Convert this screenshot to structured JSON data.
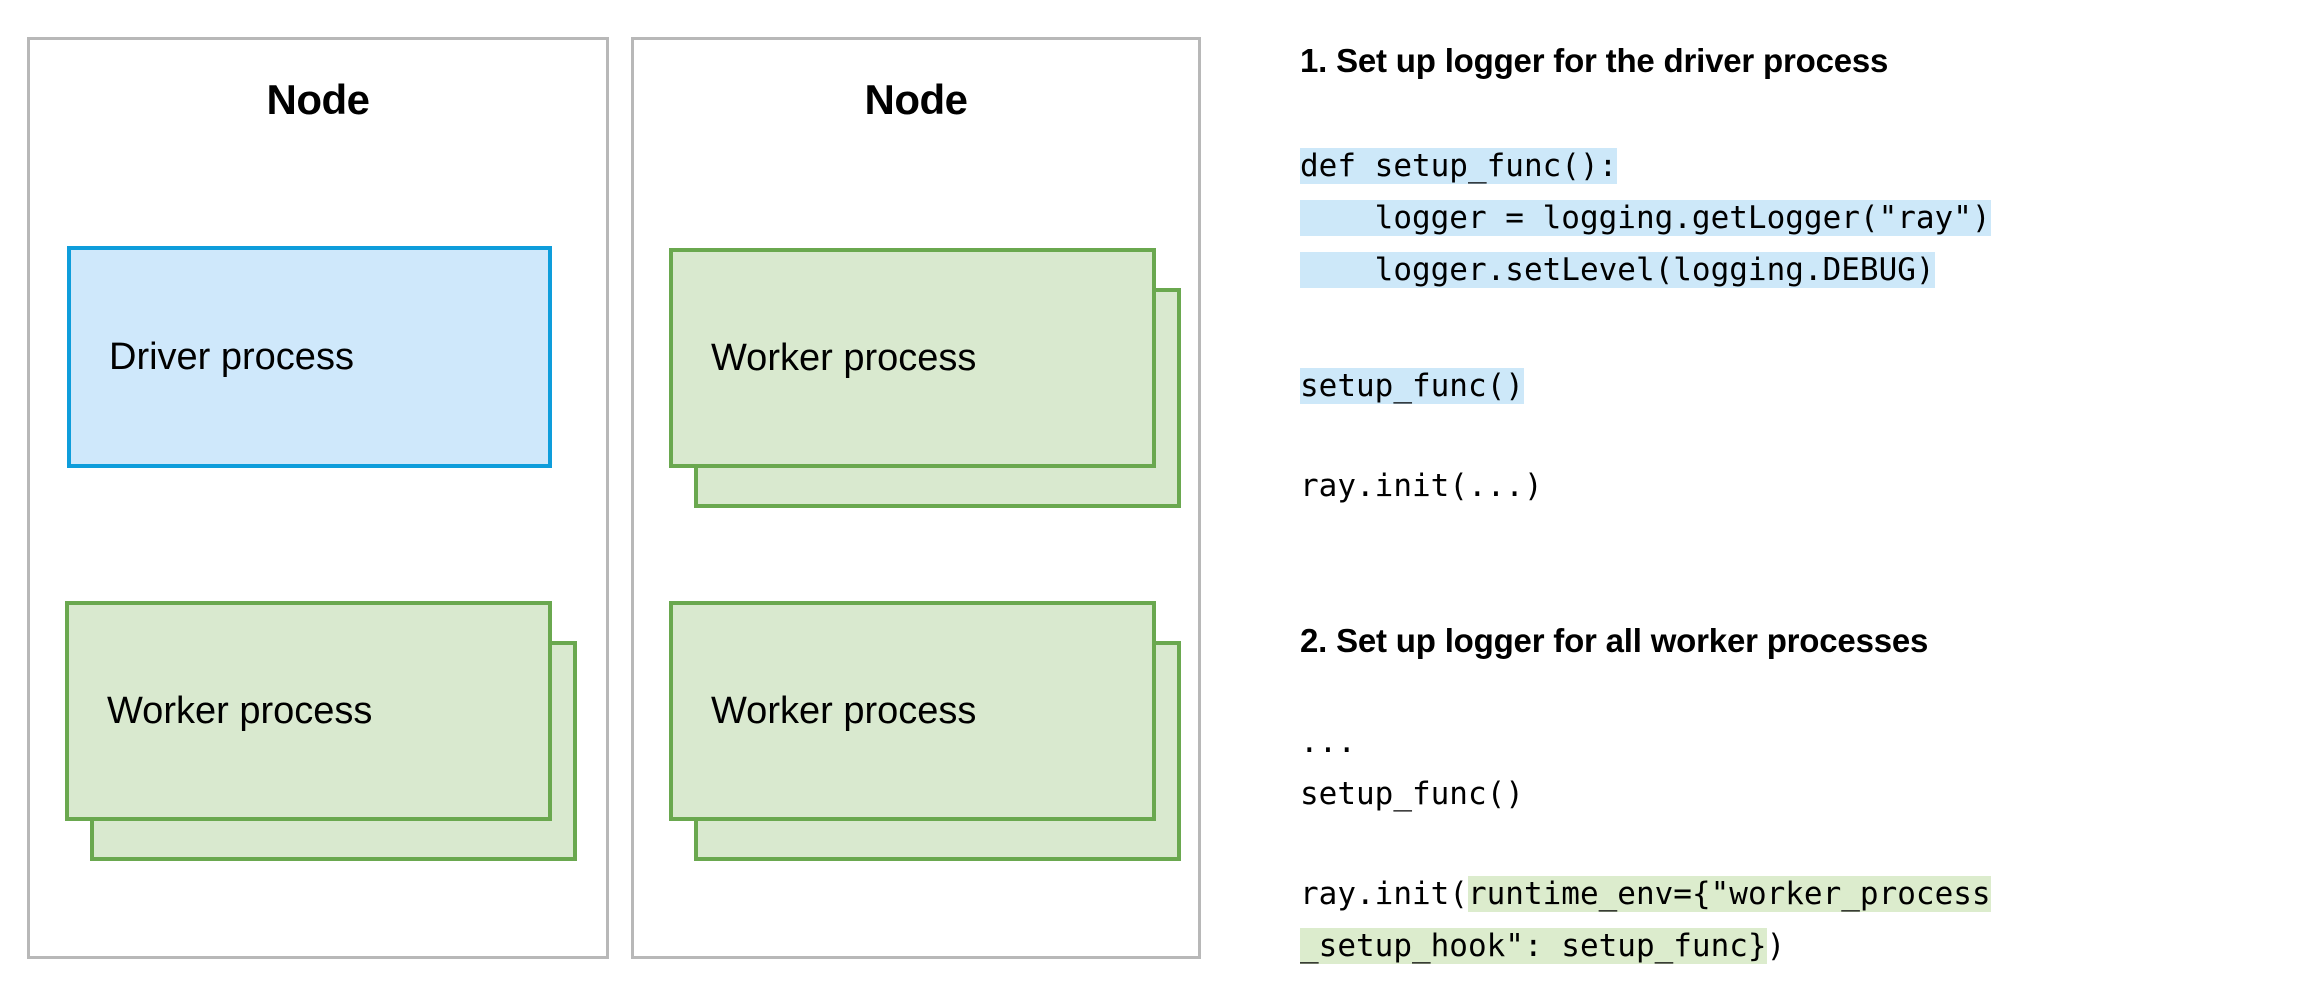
{
  "diagram": {
    "nodes": [
      {
        "title": "Node",
        "processes": [
          {
            "type": "driver",
            "label": "Driver process",
            "stacked": false
          },
          {
            "type": "worker",
            "label": "Worker process",
            "stacked": true
          }
        ]
      },
      {
        "title": "Node",
        "processes": [
          {
            "type": "worker",
            "label": "Worker process",
            "stacked": true
          },
          {
            "type": "worker",
            "label": "Worker process",
            "stacked": true
          }
        ]
      }
    ],
    "colors": {
      "node_border": "#b8b8b8",
      "driver_fill": "#cfe8fb",
      "driver_border": "#0e9ddb",
      "worker_fill": "#d9e9cf",
      "worker_border": "#6aa84f"
    }
  },
  "panel": {
    "steps": [
      {
        "heading": "1. Set up logger for the driver process",
        "blocks": [
          {
            "lines": [
              {
                "segments": [
                  {
                    "text": "def setup_func():",
                    "highlight": "blue"
                  }
                ]
              },
              {
                "segments": [
                  {
                    "text": "    logger = logging.getLogger(\"ray\")",
                    "highlight": "blue"
                  }
                ]
              },
              {
                "segments": [
                  {
                    "text": "    logger.setLevel(logging.DEBUG)",
                    "highlight": "blue"
                  }
                ]
              }
            ]
          },
          {
            "lines": [
              {
                "segments": [
                  {
                    "text": "setup_func()",
                    "highlight": "blue"
                  }
                ]
              }
            ]
          },
          {
            "lines": [
              {
                "segments": [
                  {
                    "text": "ray.init(...)",
                    "highlight": "none"
                  }
                ]
              }
            ]
          }
        ]
      },
      {
        "heading": "2. Set up logger for all worker processes",
        "blocks": [
          {
            "lines": [
              {
                "segments": [
                  {
                    "text": "...",
                    "highlight": "none"
                  }
                ]
              },
              {
                "segments": [
                  {
                    "text": "setup_func()",
                    "highlight": "none"
                  }
                ]
              }
            ]
          },
          {
            "lines": [
              {
                "segments": [
                  {
                    "text": "ray.init(",
                    "highlight": "none"
                  },
                  {
                    "text": "runtime_env={\"worker_process",
                    "highlight": "green"
                  }
                ]
              },
              {
                "segments": [
                  {
                    "text": "_setup_hook\": setup_func}",
                    "highlight": "green"
                  },
                  {
                    "text": ")",
                    "highlight": "none"
                  }
                ]
              }
            ]
          }
        ]
      }
    ],
    "colors": {
      "highlight_blue": "#cde8f9",
      "highlight_green": "#dceccd"
    }
  }
}
